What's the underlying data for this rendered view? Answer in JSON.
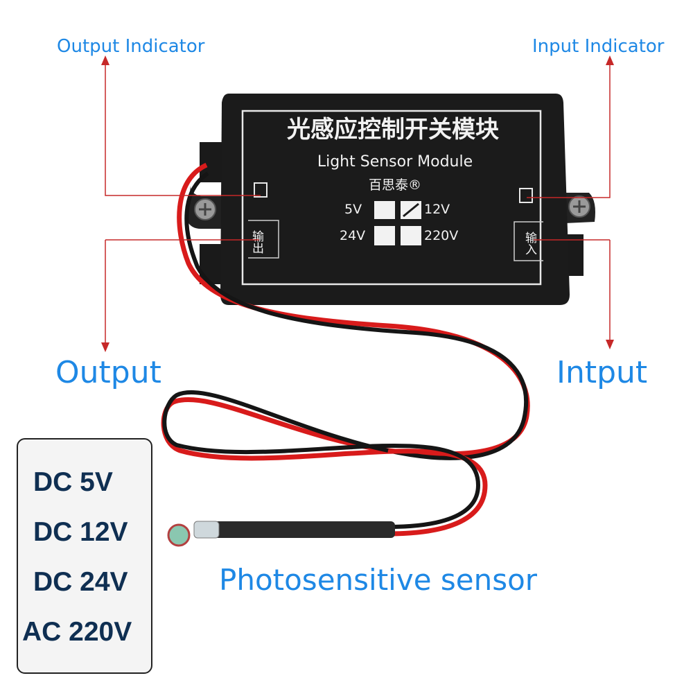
{
  "labels": {
    "output_indicator": "Output Indicator",
    "input_indicator": "Input Indicator",
    "output": "Output",
    "input": "Intput",
    "sensor": "Photosensitive sensor"
  },
  "module": {
    "title_cn": "光感应控制开关模块",
    "title_en": "Light Sensor Module",
    "brand": "百思泰®",
    "volt_5": "5V",
    "volt_12": "12V",
    "volt_24": "24V",
    "volt_220": "220V",
    "port_out": "输出",
    "port_in": "输入"
  },
  "voltages": [
    "DC 5V",
    "DC 12V",
    "DC 24V",
    "AC 220V"
  ],
  "colors": {
    "label_blue": "#1e88e5",
    "arrow_red": "#c62828",
    "module_black": "#1b1b1b",
    "voltage_text": "#0f2f52"
  }
}
